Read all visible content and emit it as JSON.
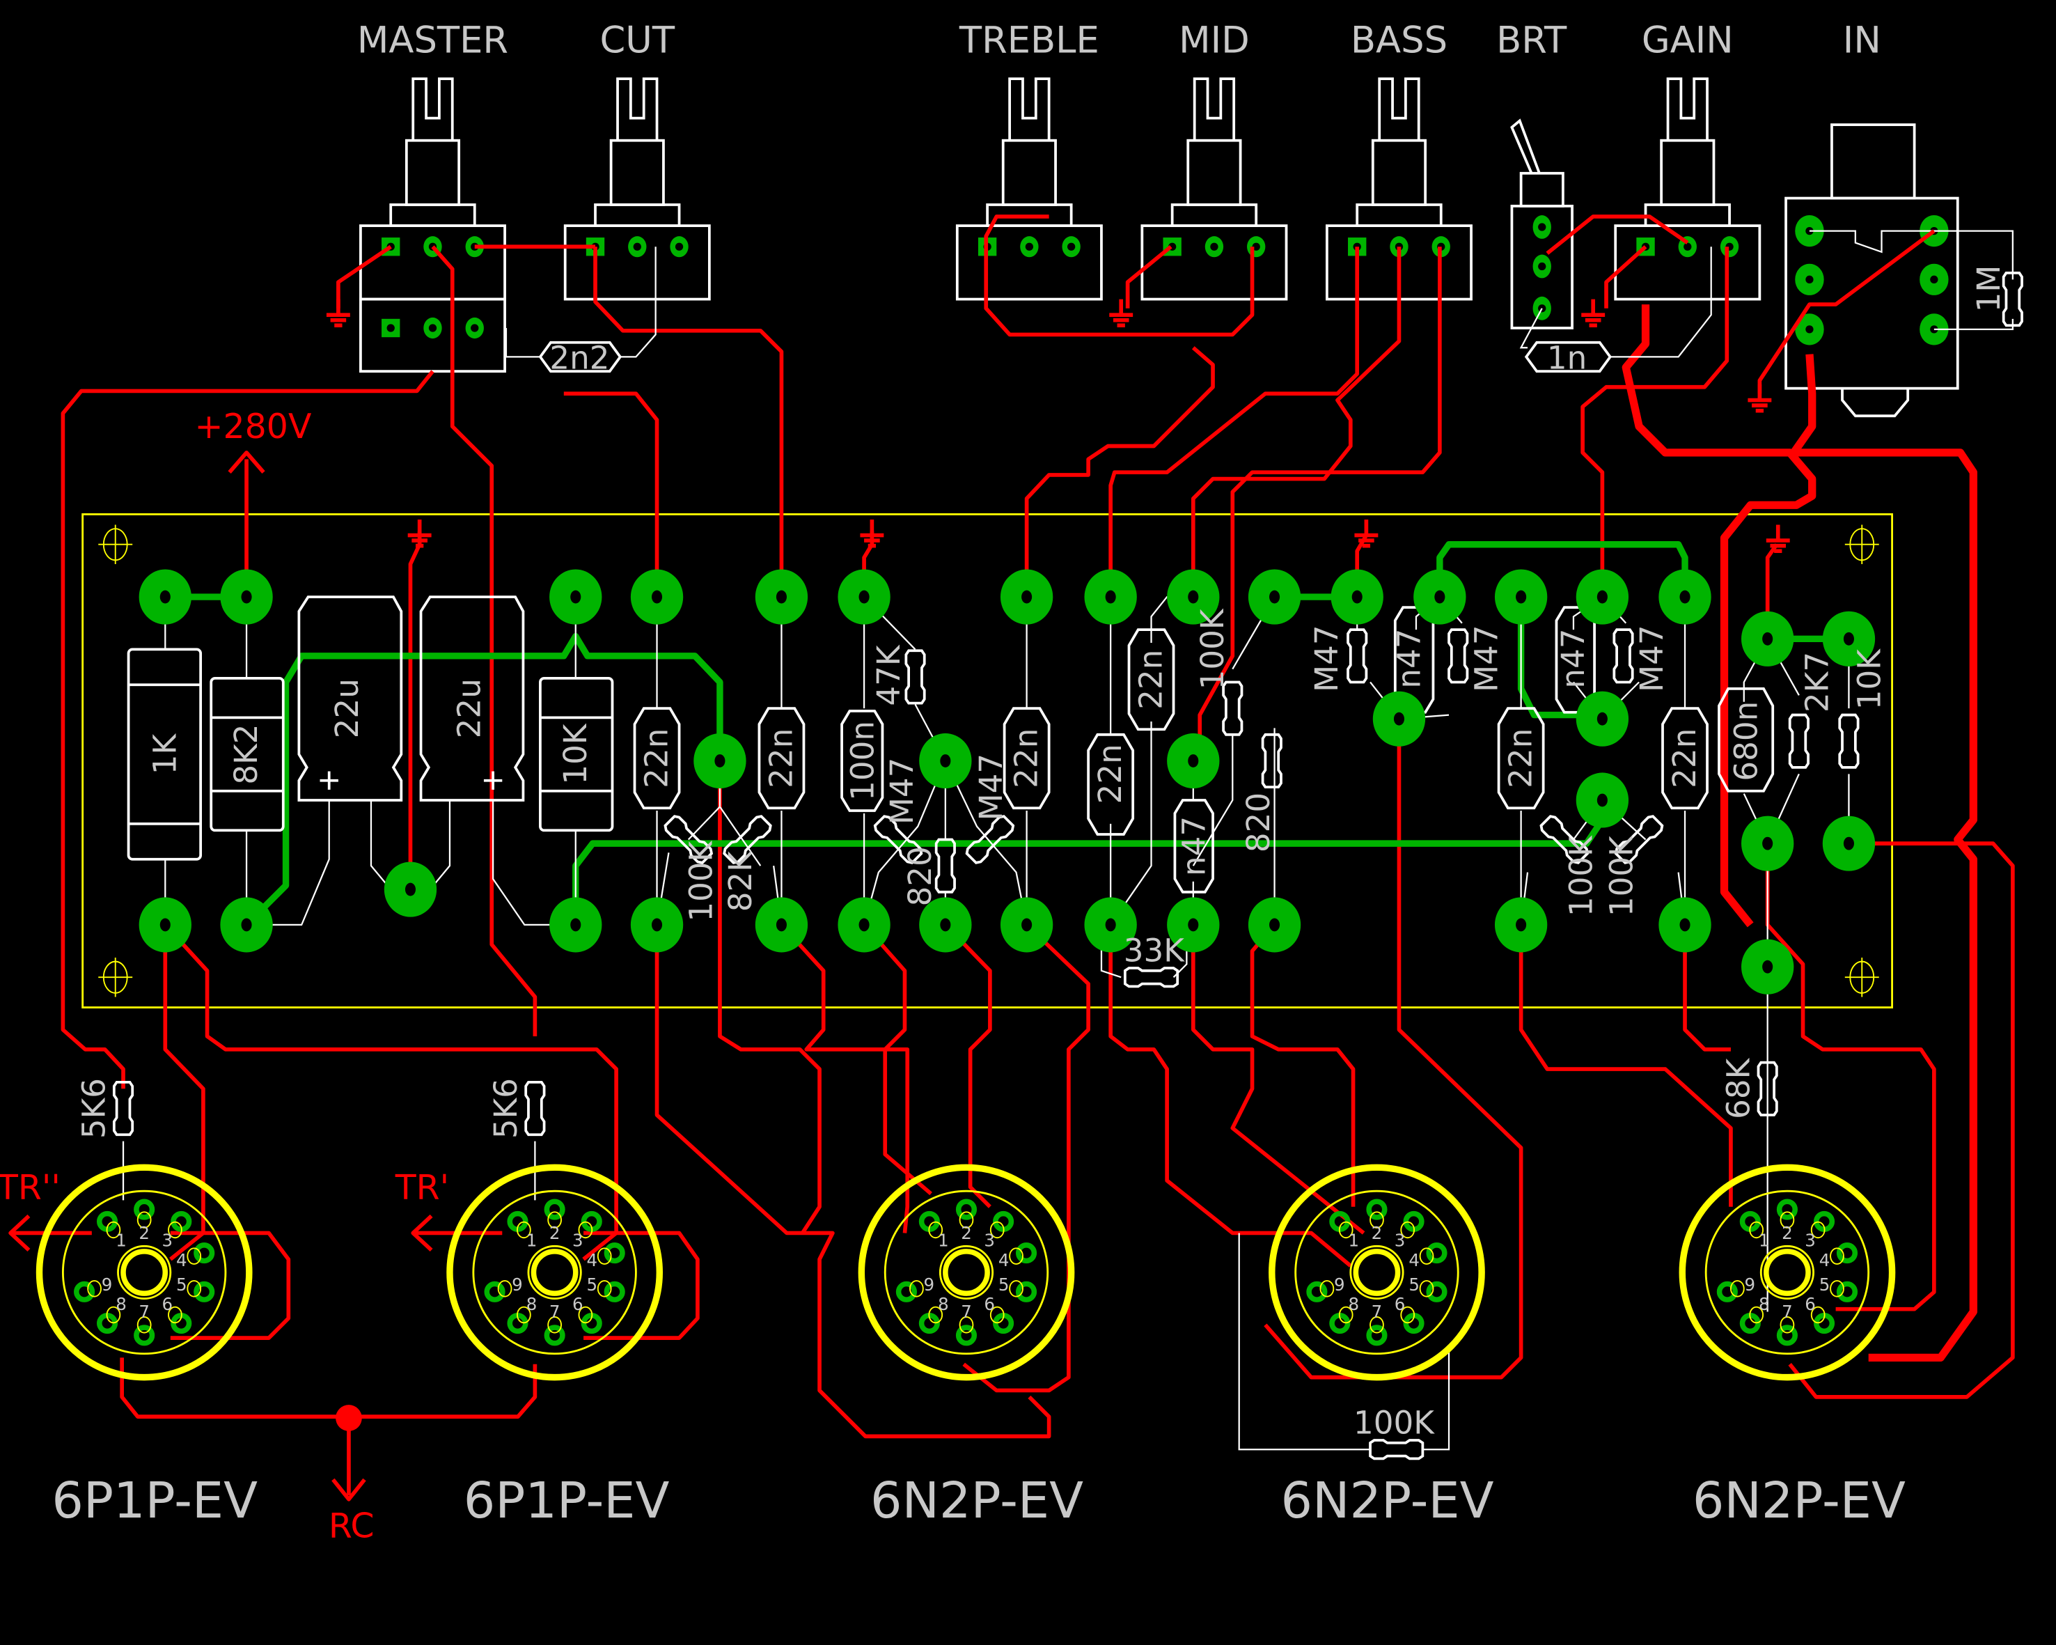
{
  "controls": [
    "MASTER",
    "CUT",
    "TREBLE",
    "MID",
    "BASS",
    "BRT",
    "GAIN",
    "IN"
  ],
  "supply_label": "+280V",
  "outputs": {
    "tr2": "TR''",
    "tr1": "TR'",
    "rc": "RC"
  },
  "tubes": [
    "6P1P-EV",
    "6P1P-EV",
    "6N2P-EV",
    "6N2P-EV",
    "6N2P-EV"
  ],
  "tube_pins": [
    "1",
    "2",
    "3",
    "4",
    "5",
    "6",
    "7",
    "8",
    "9"
  ],
  "components": {
    "r_1k": "1K",
    "r_8k2": "8K2",
    "c_22u_a": "22u",
    "c_22u_b": "22u",
    "r_10k": "10K",
    "c_22n_1": "22n",
    "c_22n_2": "22n",
    "r_100k_1": "100K",
    "r_82k": "82K",
    "r_47k": "47K",
    "c_100n": "100n",
    "r_m47_1": "M47",
    "r_820_1": "820",
    "r_m47_2": "M47",
    "c_22n_3": "22n",
    "c_22n_4": "22n",
    "c_22n_5": "22n",
    "r_100k_2": "100K",
    "c_n47_1": "n47",
    "r_820_2": "820",
    "r_33k": "33K",
    "r_m47_3": "M47",
    "c_n47_2": "n47",
    "r_m47_4": "M47",
    "c_n47_3": "n47",
    "r_m47_5": "M47",
    "c_22n_6": "22n",
    "r_100k_3": "100K",
    "r_100k_4": "100K",
    "c_22n_7": "22n",
    "c_680n": "680n",
    "r_2k7": "2K7",
    "r_10k_2": "10K",
    "r_68k": "68K",
    "r_5k6_1": "5K6",
    "r_5k6_2": "5K6",
    "c_2n2": "2n2",
    "c_1n": "1n",
    "r_1m": "1M",
    "r_100k_5": "100K"
  },
  "colors": {
    "copper_top": "#ff0000",
    "copper_bottom": "#00b400",
    "silkscreen": "#ffffff",
    "outline": "#ffff00",
    "background": "#000000"
  }
}
